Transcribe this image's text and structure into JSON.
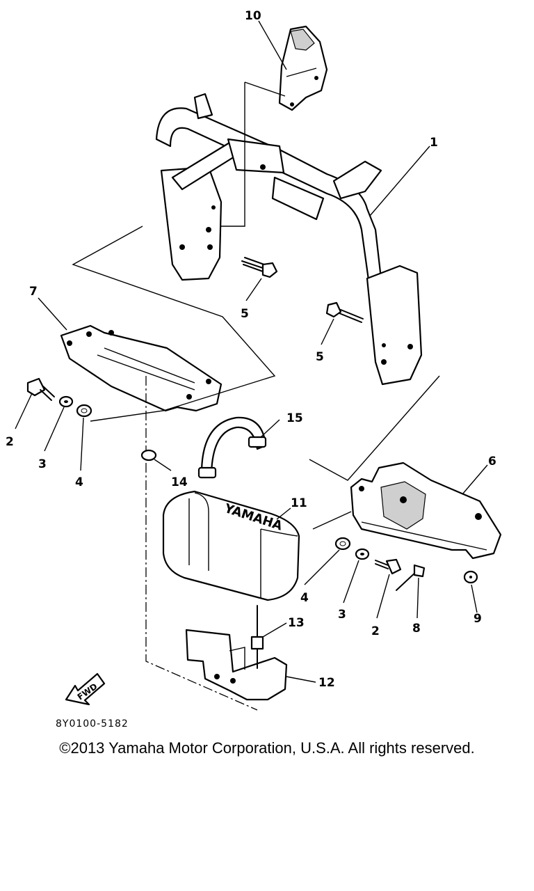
{
  "callouts": {
    "c1": "1",
    "c2a": "2",
    "c2b": "2",
    "c3a": "3",
    "c3b": "3",
    "c4a": "4",
    "c4b": "4",
    "c5a": "5",
    "c5b": "5",
    "c6": "6",
    "c7": "7",
    "c8": "8",
    "c9": "9",
    "c10": "10",
    "c11": "11",
    "c12": "12",
    "c13": "13",
    "c14": "14",
    "c15": "15"
  },
  "brand_on_cover": "YAMAHA",
  "fwd_label": "FWD",
  "diagram_code": "8Y0100-5182",
  "copyright": "©2013 Yamaha Motor Corporation, U.S.A. All rights reserved."
}
